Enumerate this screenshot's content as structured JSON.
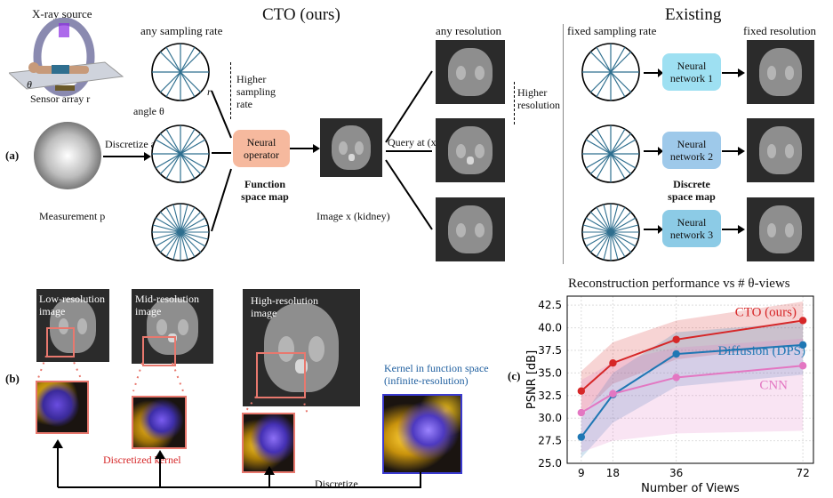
{
  "panel_a": {
    "label": "(a)",
    "title_cto": "CTO (ours)",
    "title_existing": "Existing",
    "xray_source": "X-ray source",
    "theta_symbol": "θ",
    "sensor_array": "Sensor array r",
    "any_sampling_rate": "any sampling rate",
    "r_symbol": "r",
    "angle_theta": "angle θ",
    "higher_sampling": "Higher sampling rate",
    "discretize_at": "Discretize at (θi, ri)",
    "measurement": "Measurement p",
    "neural_operator": "Neural operator",
    "function_space_map": "Function space map",
    "image_x": "Image x (kidney)",
    "any_resolution": "any resolution",
    "higher_resolution": "Higher resolution",
    "query_at": "Query at (xi, yi)",
    "fixed_sampling_rate": "fixed sampling rate",
    "fixed_resolution": "fixed resolution",
    "nn1": "Neural network 1",
    "nn2": "Neural network 2",
    "nn3": "Neural network 3",
    "discrete_space_map": "Discrete space map"
  },
  "panel_b": {
    "label": "(b)",
    "low_res": "Low-resolution image",
    "mid_res": "Mid-resolution image",
    "high_res": "High-resolution image",
    "kernel_function": "Kernel in function space (infinite-resolution)",
    "discretized_kernel": "Discretized kernel",
    "discretize": "Discretize"
  },
  "panel_c": {
    "label": "(c)"
  },
  "colors": {
    "cto": "#d62728",
    "dps": "#1f77b4",
    "cnn": "#e377c2",
    "operator": "#f6b99e",
    "network": "#9ec9ea"
  },
  "chart_data": {
    "type": "line",
    "title": "Reconstruction performance vs # θ-views",
    "xlabel": "Number of Views",
    "ylabel": "PSNR [dB]",
    "x": [
      9,
      18,
      36,
      72
    ],
    "xticks": [
      "9",
      "18",
      "36",
      "72"
    ],
    "yticks": [
      "25.0",
      "27.5",
      "30.0",
      "32.5",
      "35.0",
      "37.5",
      "40.0",
      "42.5"
    ],
    "ylim": [
      25.0,
      43.5
    ],
    "grid": true,
    "series": [
      {
        "name": "CTO (ours)",
        "color": "#d62728",
        "values": [
          33.0,
          36.1,
          38.7,
          40.8
        ],
        "band_low": [
          30.5,
          33.8,
          36.5,
          38.2
        ],
        "band_high": [
          35.2,
          38.4,
          40.8,
          42.9
        ]
      },
      {
        "name": "Diffusion (DPS)",
        "color": "#1f77b4",
        "values": [
          27.9,
          32.6,
          37.1,
          38.1
        ],
        "band_low": [
          25.6,
          29.5,
          33.5,
          34.8
        ],
        "band_high": [
          30.0,
          35.0,
          39.5,
          40.6
        ]
      },
      {
        "name": "CNN",
        "color": "#e377c2",
        "values": [
          30.6,
          32.7,
          34.5,
          35.8
        ],
        "band_low": [
          26.2,
          27.5,
          28.3,
          28.6
        ],
        "band_high": [
          34.2,
          36.2,
          37.8,
          38.8
        ]
      }
    ]
  }
}
